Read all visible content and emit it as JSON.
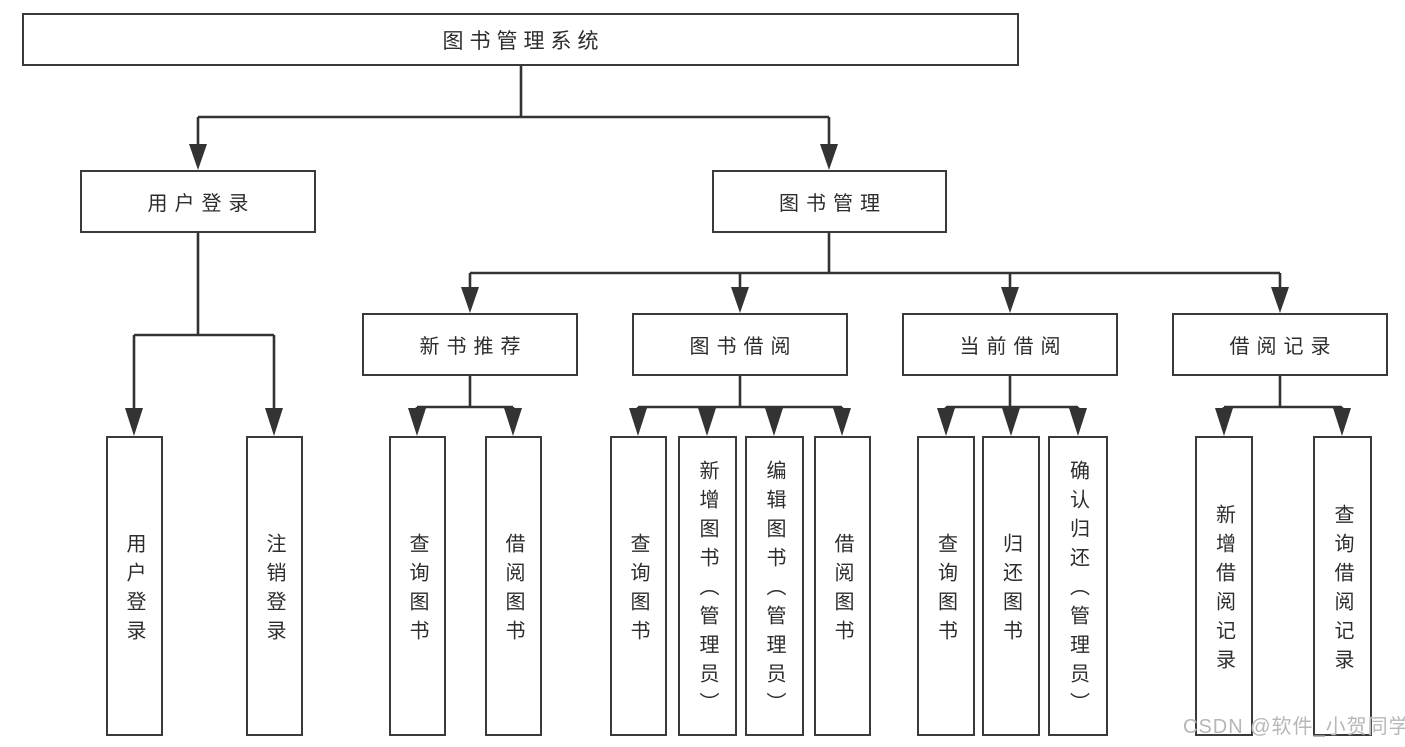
{
  "colors": {
    "line": "#333333",
    "node-border": "#3a3a3a",
    "text": "#2d2d2d",
    "watermark-color": "#b7b7ba",
    "bg": "#ffffff"
  },
  "nodes": {
    "root": {
      "label": "图书管理系统"
    },
    "level2": [
      {
        "label": "用户登录"
      },
      {
        "label": "图书管理"
      }
    ],
    "level3": [
      {
        "label": "新书推荐"
      },
      {
        "label": "图书借阅"
      },
      {
        "label": "当前借阅"
      },
      {
        "label": "借阅记录"
      }
    ],
    "leaves": [
      {
        "label": "用户登录"
      },
      {
        "label": "注销登录"
      },
      {
        "label": "查询图书"
      },
      {
        "label": "借阅图书"
      },
      {
        "label": "查询图书"
      },
      {
        "label": "新增图书（管理员）"
      },
      {
        "label": "编辑图书（管理员）"
      },
      {
        "label": "借阅图书"
      },
      {
        "label": "查询图书"
      },
      {
        "label": "归还图书"
      },
      {
        "label": "确认归还（管理员）"
      },
      {
        "label": "新增借阅记录"
      },
      {
        "label": "查询借阅记录"
      }
    ]
  },
  "watermark": "CSDN @软件_小贺同学"
}
